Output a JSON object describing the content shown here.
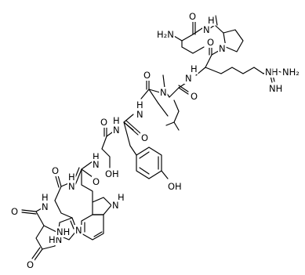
{
  "labels": {
    "h2n_top": "H₂N",
    "o_top": "O",
    "nh_gly": "H",
    "n_gly": "N",
    "n_pro": "N",
    "o_pro": "O",
    "nh_arg": "H",
    "n_arg": "N",
    "nh2_arg": "NH₂",
    "nh_arg_imine": "NH",
    "n_arg_chain": "H",
    "n_arg_chain_n": "N",
    "n_me": "N",
    "o_leu": "O",
    "o_ala": "O",
    "nh_ala": "H",
    "n_ala": "N",
    "o_tyr": "O",
    "nh_tyr": "H",
    "n_tyr": "N",
    "oh_tyr": "OH",
    "o_ser": "O",
    "oh_ser": "OH",
    "nh_ser": "H",
    "n_ser": "N",
    "o_trp": "O",
    "nh_trp": "H",
    "n_trp": "N",
    "nh_indole": "H",
    "n_indole": "N",
    "o_his": "O",
    "nh_his": "H",
    "n_his": "N",
    "n_his_ring": "N",
    "hn_his_ring": "HN",
    "o_pglu": "O",
    "nh_pglu": "H",
    "n_pglu": "N",
    "n_pglu_ring": "NH",
    "o_pglu_ring": "O"
  }
}
